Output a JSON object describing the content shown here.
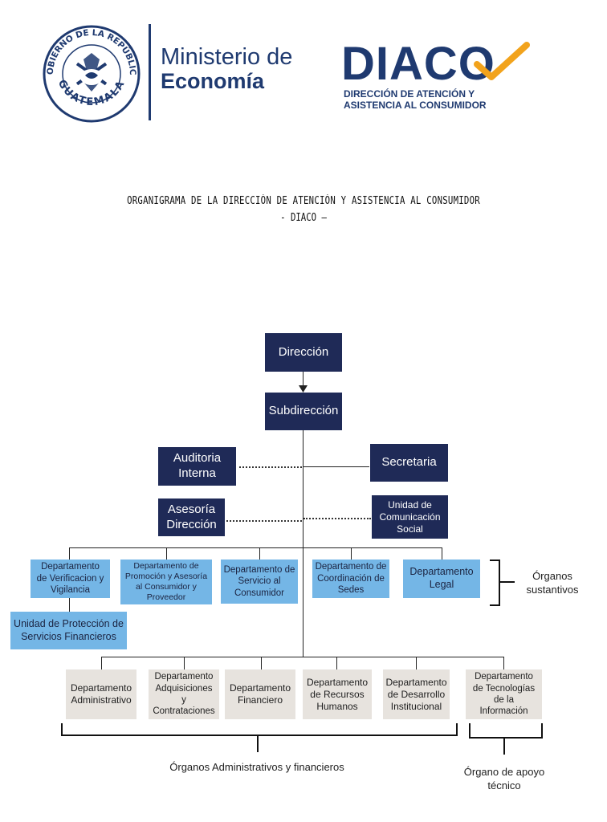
{
  "header": {
    "seal_text_top": "GOBIERNO DE LA REPÚBLICA",
    "seal_text_bottom": "GUATEMALA",
    "ministry_line1": "Ministerio de",
    "ministry_line2": "Economía",
    "diaco_logo": "DIACO",
    "diaco_sub1": "DIRECCIÓN DE ATENCIÓN Y",
    "diaco_sub2": "ASISTENCIA AL CONSUMIDOR"
  },
  "title": {
    "line1": "ORGANIGRAMA DE LA DIRECCIÓN DE ATENCIÓN Y ASISTENCIA AL CONSUMIDOR",
    "line2": "- DIACO –"
  },
  "nodes": {
    "direccion": "Dirección",
    "subdireccion": "Subdirección",
    "auditoria": "Auditoria\nInterna",
    "secretaria": "Secretaria",
    "asesoria": "Asesoría\nDirección",
    "comunicacion": "Unidad de\nComunicación\nSocial",
    "verificacion": "Departamento\nde Verificacion y\nVigilancia",
    "promocion": "Departamento de\nPromoción y Asesoría\nal Consumidor y\nProveedor",
    "servicio": "Departamento de\nServicio al\nConsumidor",
    "coordinacion": "Departamento de\nCoordinación de\nSedes",
    "legal": "Departamento\nLegal",
    "proteccion": "Unidad de Protección de\nServicios Financieros",
    "administrativo": "Departamento\nAdministrativo",
    "adquisiciones": "Departamento\nAdquisiciones\ny\nContrataciones",
    "financiero": "Departamento\nFinanciero",
    "recursos": "Departamento\nde Recursos\nHumanos",
    "desarrollo": "Departamento\nde Desarrollo\nInstitucional",
    "tecnologias": "Departamento\nde Tecnologías\nde la\nInformación"
  },
  "groups": {
    "sustantivos": "Órganos\nsustantivos",
    "administrativos": "Órganos Administrativos y financieros",
    "apoyo": "Órgano de apoyo\ntécnico"
  },
  "colors": {
    "dark_box": "#1f2a57",
    "blue_box": "#74b6e6",
    "grey_box": "#e7e3de",
    "ministry_blue": "#1f3a70",
    "diaco_orange": "#f2a31c"
  }
}
